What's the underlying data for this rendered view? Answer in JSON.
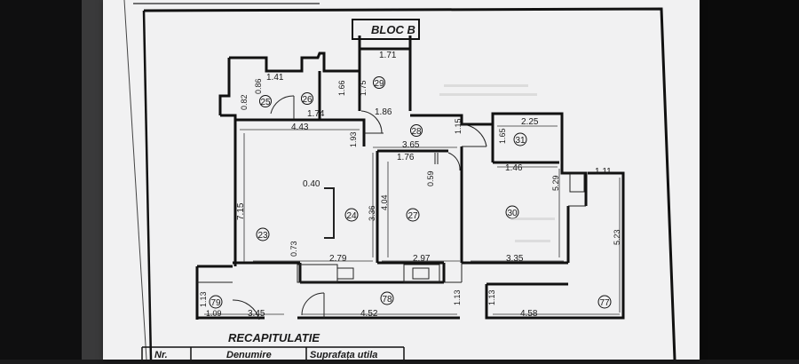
{
  "block_label": "BLOC B",
  "recap_title": "RECAPITULATIE",
  "recap_table": {
    "headers": [
      "Nr.",
      "Denumire",
      "Suprafața utila"
    ]
  },
  "rooms": [
    {
      "number": "23"
    },
    {
      "number": "24"
    },
    {
      "number": "25"
    },
    {
      "number": "26"
    },
    {
      "number": "27"
    },
    {
      "number": "28"
    },
    {
      "number": "29"
    },
    {
      "number": "30"
    },
    {
      "number": "31"
    },
    {
      "number": "77"
    },
    {
      "number": "78"
    },
    {
      "number": "79"
    }
  ],
  "dimensions": {
    "d_1_41": "1.41",
    "d_0_86": "0.86",
    "d_0_82": "0.82",
    "d_1_66": "1.66",
    "d_1_74": "1.74",
    "d_1_75": "1.75",
    "d_1_71": "1.71",
    "d_1_86": "1.86",
    "d_4_43": "4.43",
    "d_1_93": "1.93",
    "d_3_65": "3.65",
    "d_1_15": "1.15",
    "d_2_25": "2.25",
    "d_1_65": "1.65",
    "d_1_76": "1.76",
    "d_0_59": "0.59",
    "d_1_46": "1.46",
    "d_1_11": "1.11",
    "d_0_40": "0.40",
    "d_7_15": "7.15",
    "d_3_36": "3.36",
    "d_4_04": "4.04",
    "d_5_29": "5.29",
    "d_5_23": "5.23",
    "d_0_73": "0.73",
    "d_2_79": "2.79",
    "d_2_97": "2.97",
    "d_3_35": "3.35",
    "d_1_13a": "1.13",
    "d_1_09": "1.09",
    "d_3_45": "3.45",
    "d_4_52": "4.52",
    "d_1_13b": "1.13",
    "d_1_13c": "1.13",
    "d_4_58": "4.58"
  }
}
